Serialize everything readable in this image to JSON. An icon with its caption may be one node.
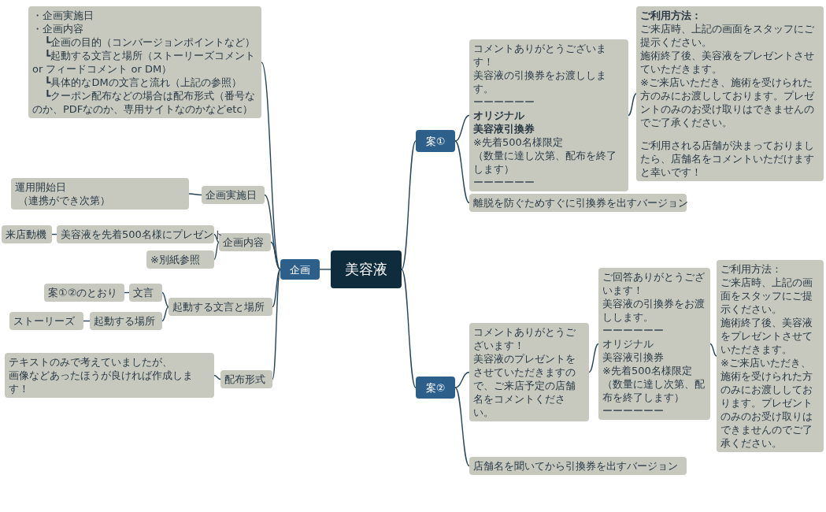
{
  "diagram": {
    "nodes": [
      {
        "text": [
          "美容液"
        ]
      },
      {
        "text": [
          "企画"
        ]
      },
      {
        "text": [
          "案①"
        ]
      },
      {
        "text": [
          "案②"
        ]
      },
      {
        "text": [
          "・企画実施日",
          "・企画内容",
          "┗企画の目的（コンバージョンポイントなど）",
          "┗起動する文言と場所（ストーリーズコメント or フィードコメント or DM）",
          "┗具体的なDMの文言と流れ（上記の参照）",
          "┗クーポン配布などの場合は配布形式（番号なのか、PDFなのか、専用サイトなのかなどetc）"
        ]
      },
      {
        "text": [
          "企画実施日"
        ]
      },
      {
        "text": [
          "運用開始日",
          "（連携ができ次第）"
        ]
      },
      {
        "text": [
          "企画内容"
        ]
      },
      {
        "text": [
          "美容液を先着500名様にプレゼント"
        ]
      },
      {
        "text": [
          "来店動機"
        ]
      },
      {
        "text": [
          "※別紙参照"
        ]
      },
      {
        "text": [
          "起動する文言と場所"
        ]
      },
      {
        "text": [
          "文言"
        ]
      },
      {
        "text": [
          "案①②のとおり"
        ]
      },
      {
        "text": [
          "起動する場所"
        ]
      },
      {
        "text": [
          "ストーリーズ"
        ]
      },
      {
        "text": [
          "配布形式"
        ]
      },
      {
        "text": [
          "テキストのみで考えていましたが、",
          "画像などあったほうが良ければ作成します！"
        ]
      },
      {
        "text": [
          "コメントありがとうございます！",
          "美容液の引換券をお渡しします。",
          "ーーーーーー",
          "オリジナル",
          "美容液引換券",
          "※先着500名様限定",
          "（数量に達し次第、配布を終了します）",
          "ーーーーーー"
        ]
      },
      {
        "text": [
          "ご利用方法：",
          "ご来店時、上記の画面をスタッフにご提示ください。",
          "施術終了後、美容液をプレゼントさせていただきます。",
          "※ご来店いただき、施術を受けられた方のみにお渡ししております。プレゼントのみのお受け取りはできませんのでご了承ください。",
          "ご利用される店舗が決まっておりましたら、店舗名をコメントいただけますと幸いです！"
        ]
      },
      {
        "text": [
          "離脱を防ぐためすぐに引換券を出すバージョン"
        ]
      },
      {
        "text": [
          "コメントありがとうございます！",
          "美容液のプレゼントをさせていただきますので、ご来店予定の店舗名をコメントください。"
        ]
      },
      {
        "text": [
          "ご回答ありがとうございます！",
          "美容液の引換券をお渡しします。",
          "ーーーーーー",
          "オリジナル",
          "美容液引換券",
          "※先着500名様限定",
          "（数量に達し次第、配布を終了します）",
          "ーーーーーー"
        ]
      },
      {
        "text": [
          "ご利用方法：",
          "ご来店時、上記の画面をスタッフにご提示ください。",
          "施術終了後、美容液をプレゼントさせていただきます。",
          "※ご来店いただき、施術を受けられた方のみにお渡ししております。プレゼントのみのお受け取りはできませんのでご了承ください。"
        ]
      },
      {
        "text": [
          "店舗名を聞いてから引換券を出すバージョン"
        ]
      }
    ],
    "edges": [
      {
        "from": 0,
        "to": 1,
        "arrow": "none"
      },
      {
        "from": 0,
        "to": 2,
        "arrow": "none"
      },
      {
        "from": 0,
        "to": 3,
        "arrow": "none"
      },
      {
        "from": 1,
        "to": 4,
        "arrow": "none"
      },
      {
        "from": 1,
        "to": 5,
        "arrow": "none"
      },
      {
        "from": 1,
        "to": 7,
        "arrow": "none"
      },
      {
        "from": 1,
        "to": 11,
        "arrow": "none"
      },
      {
        "from": 1,
        "to": 16,
        "arrow": "none"
      },
      {
        "from": 5,
        "to": 6,
        "arrow": "none"
      },
      {
        "from": 7,
        "to": 8,
        "arrow": "none"
      },
      {
        "from": 8,
        "to": 9,
        "arrow": "none"
      },
      {
        "from": 7,
        "to": 10,
        "arrow": "none"
      },
      {
        "from": 11,
        "to": 12,
        "arrow": "none"
      },
      {
        "from": 12,
        "to": 13,
        "arrow": "none"
      },
      {
        "from": 11,
        "to": 14,
        "arrow": "none"
      },
      {
        "from": 14,
        "to": 15,
        "arrow": "none"
      },
      {
        "from": 16,
        "to": 17,
        "arrow": "none"
      },
      {
        "from": 2,
        "to": 18,
        "arrow": "none"
      },
      {
        "from": 18,
        "to": 19,
        "arrow": "none"
      },
      {
        "from": 2,
        "to": 20,
        "arrow": "none"
      },
      {
        "from": 3,
        "to": 21,
        "arrow": "none"
      },
      {
        "from": 21,
        "to": 22,
        "arrow": "none"
      },
      {
        "from": 22,
        "to": 23,
        "arrow": "none"
      },
      {
        "from": 3,
        "to": 24,
        "arrow": "none"
      }
    ]
  }
}
